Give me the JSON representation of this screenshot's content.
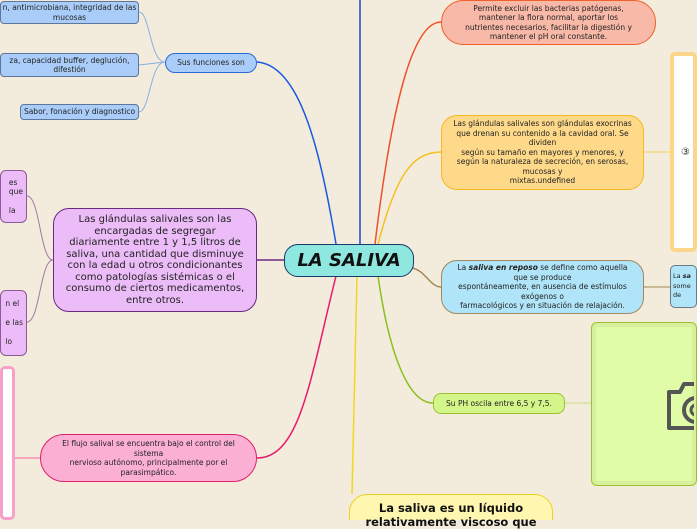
{
  "central": {
    "label": "LA SALIVA"
  },
  "functions": {
    "label": "Sus funciones son",
    "items": [
      "n, antimicrobiana, integridad de las mucosas",
      "za, capacidad buffer, deglución, difestión",
      "Sabor, fonación y diagnostico"
    ]
  },
  "glands_secretion": {
    "label": "Las glándulas salivales son las encargadas de segregar diariamente entre 1 y 1,5 litros de saliva, una cantidad que disminuye con la edad u otros condicionantes como patologías sistémicas o el consumo de ciertos medicamentos, entre otros.",
    "child_1_fragment": "es\nque\n\nla",
    "child_2_fragment": "n el\n\ne las\n\nlo"
  },
  "nervous": {
    "label": "El flujo salival se encuentra bajo el control del sistema\nnervioso autónomo, principalmente por el parasimpático."
  },
  "benefits": {
    "label": "Permite excluir las bacterias patógenas, mantener la flora normal, aportar los nutrientes necesarios, facilitar la digestión y mantener el pH oral constante."
  },
  "glands_types": {
    "label": "Las glándulas salivales son glándulas exocrinas que drenan su contenido a la cavidad oral. Se dividen\nsegún su tamaño en mayores y menores, y según la naturaleza de secreción, en serosas, mucosas y\nmixtas.undefined",
    "image_fragment": "③"
  },
  "rest_saliva": {
    "prefix": "La ",
    "emphasis": "saliva en reposo",
    "suffix": " se define como aquella que se produce\nespontáneamente, en ausencia de estímulos exógenos o\nfarmacológicos y en situación de relajación.",
    "child_fragment_prefix": "La ",
    "child_fragment_emphasis": "sa",
    "child_fragment_rest": "\nsome\nde"
  },
  "ph": {
    "label": "Su PH oscila entre 6,5 y 7,5.",
    "image_icon": "camera-icon"
  },
  "liquid": {
    "label": "La saliva es un líquido relativamente viscoso que"
  }
}
